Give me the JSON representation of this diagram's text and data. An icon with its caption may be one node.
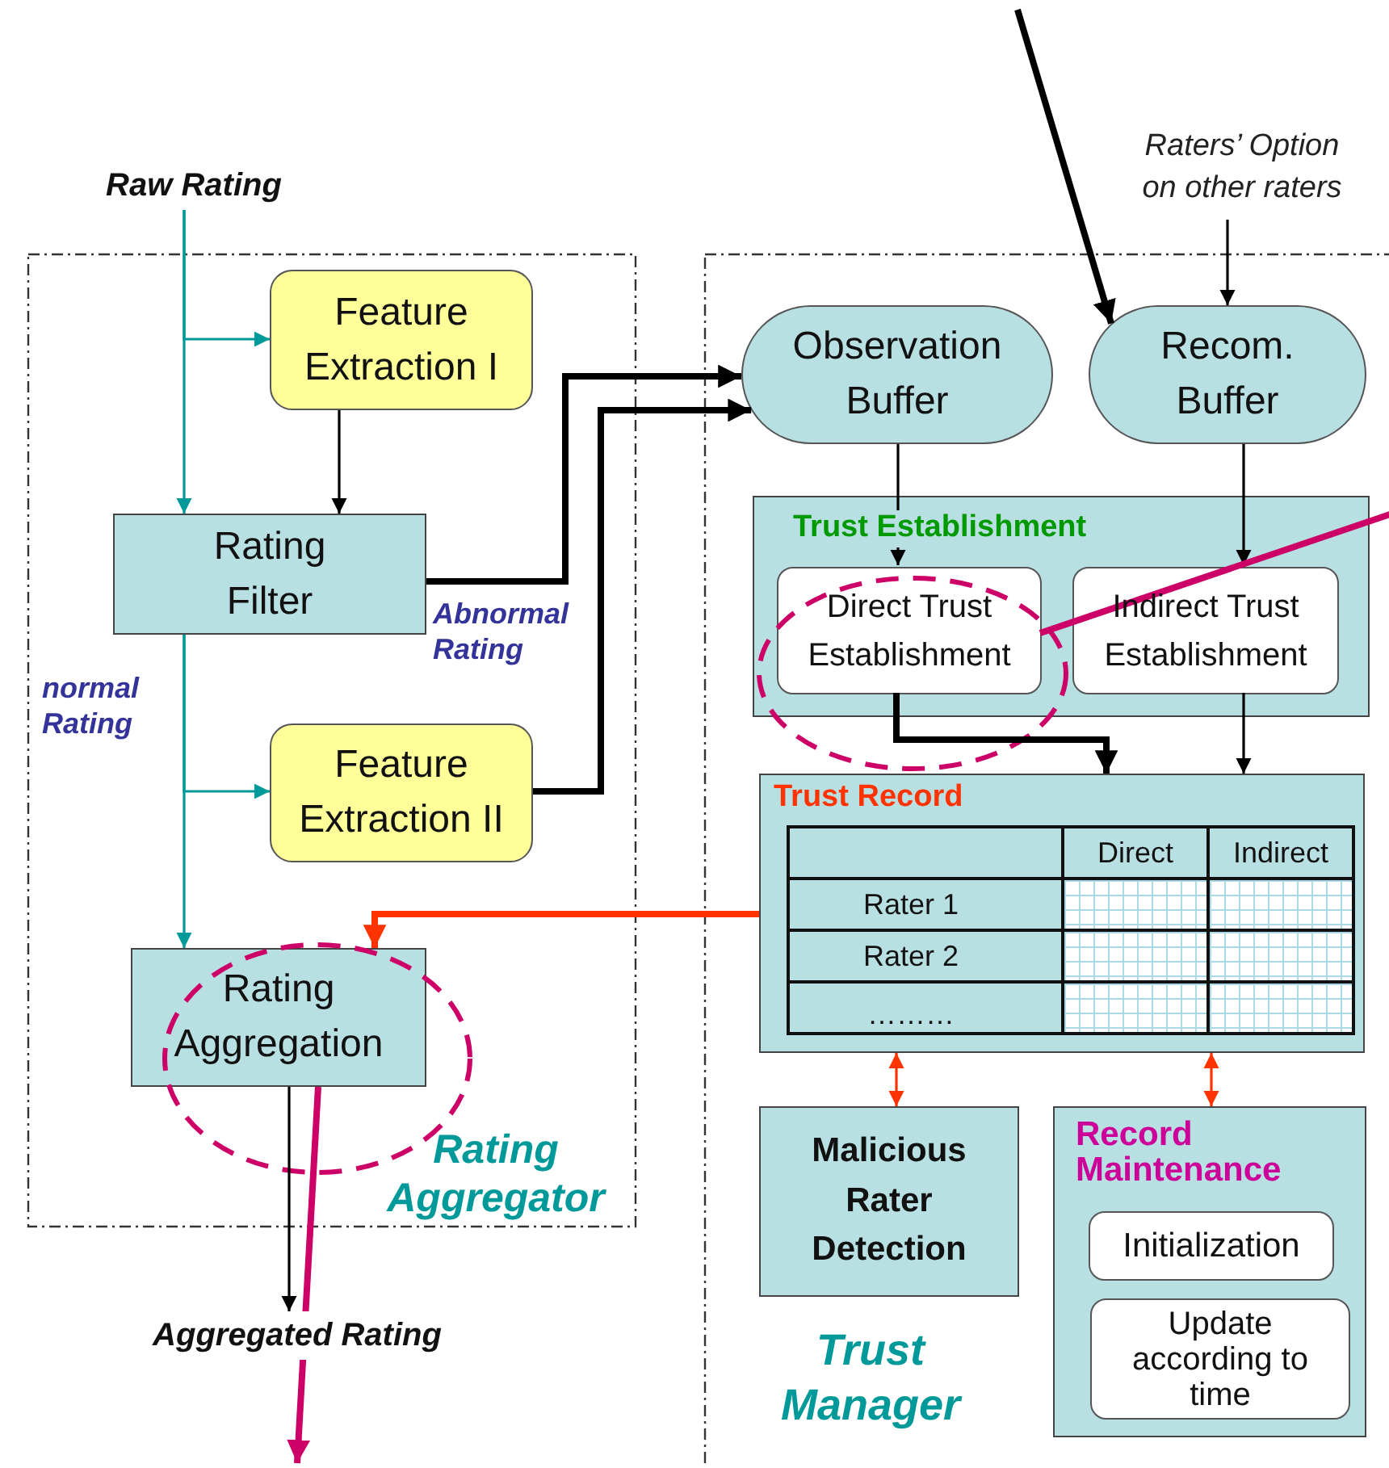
{
  "diagram": {
    "nodes": [
      {
        "text": [
          "Rating Aggregator"
        ]
      },
      {
        "text": [
          "Trust Manager"
        ]
      },
      {
        "text": [
          "Raw Rating"
        ]
      },
      {
        "text": [
          "Feature Extraction I"
        ],
        "in": 0
      },
      {
        "text": [
          "Rating Filter"
        ],
        "in": 0
      },
      {
        "text": [
          "Feature Extraction II"
        ],
        "in": 0
      },
      {
        "text": [
          "Rating Aggregation"
        ],
        "in": 0
      },
      {
        "text": [
          "Aggregated Rating"
        ]
      },
      {
        "text": [
          "Raters’ Option on other raters"
        ]
      },
      {
        "text": [
          "Observation Buffer"
        ],
        "in": 1
      },
      {
        "text": [
          "Recom. Buffer"
        ],
        "in": 1
      },
      {
        "text": [
          "Trust Establishment"
        ],
        "in": 1
      },
      {
        "text": [
          "Direct Trust Establishment"
        ],
        "in": 11
      },
      {
        "text": [
          "Indirect Trust Establishment"
        ],
        "in": 11
      },
      {
        "text": [
          "Trust Record"
        ],
        "in": 1
      },
      {
        "text": [
          "Malicious Rater Detection"
        ],
        "in": 1
      },
      {
        "text": [
          "Record Maintenance"
        ],
        "in": 1
      },
      {
        "text": [
          "Initialization"
        ],
        "in": 16
      },
      {
        "text": [
          "Update according to time"
        ],
        "in": 16
      }
    ],
    "edges": [
      {
        "from": 2,
        "to": 4,
        "arrow": "to",
        "color": "#009999"
      },
      {
        "from": 2,
        "to": 3,
        "arrow": "to",
        "color": "#009999"
      },
      {
        "from": 3,
        "to": 4,
        "arrow": "to"
      },
      {
        "from": 4,
        "to": 9,
        "arrow": "to",
        "label": "Abnormal Rating",
        "style": "thick"
      },
      {
        "from": 4,
        "to": 6,
        "arrow": "to",
        "label": "normal Rating",
        "color": "#009999"
      },
      {
        "from": 4,
        "to": 5,
        "arrow": "to",
        "color": "#009999"
      },
      {
        "from": 5,
        "to": 9,
        "arrow": "to",
        "style": "thick"
      },
      {
        "from": 6,
        "to": 7,
        "arrow": "to"
      },
      {
        "from": 14,
        "to": 6,
        "arrow": "to",
        "style": "thick",
        "color": "#ff3300"
      },
      {
        "from": 8,
        "to": 10,
        "arrow": "to"
      },
      {
        "from": null,
        "to": 10,
        "arrow": "to",
        "style": "thick"
      },
      {
        "from": 9,
        "to": 12,
        "arrow": "to"
      },
      {
        "from": 10,
        "to": 13,
        "arrow": "to"
      },
      {
        "from": 12,
        "to": 14,
        "arrow": "to",
        "style": "thick"
      },
      {
        "from": 13,
        "to": 14,
        "arrow": "to"
      },
      {
        "from": 14,
        "to": 15,
        "arrow": "both",
        "color": "#ff3300"
      },
      {
        "from": 14,
        "to": 16,
        "arrow": "both",
        "color": "#ff3300"
      },
      {
        "from": 12,
        "to": null,
        "arrow": "none",
        "style": "thick",
        "color": "#cc0066"
      },
      {
        "from": 6,
        "to": null,
        "arrow": "to",
        "style": "thick",
        "color": "#cc0066"
      }
    ],
    "labels": [
      "Direct",
      "Indirect",
      "Rater 1",
      "Rater 2",
      "………"
    ]
  }
}
